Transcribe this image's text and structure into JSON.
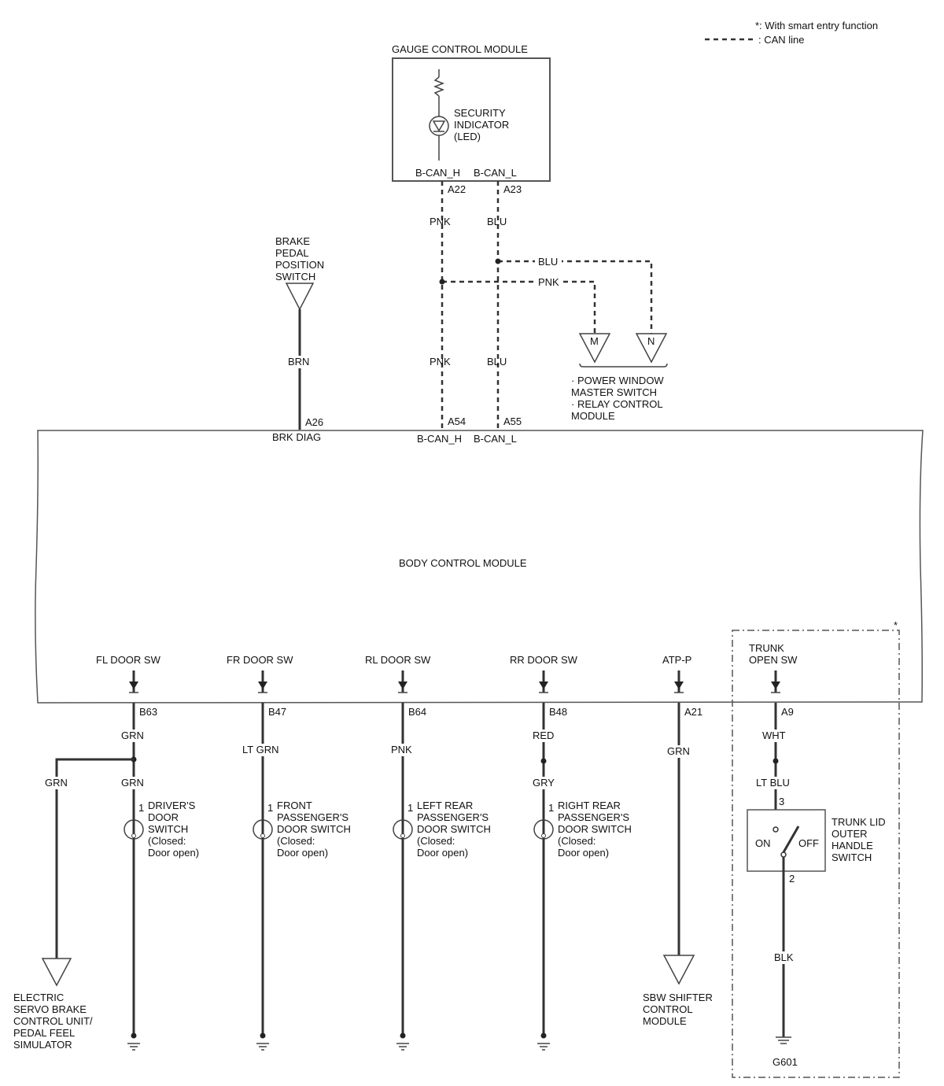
{
  "legend": {
    "smart_entry": "*: With smart entry function",
    "can_line": ": CAN line"
  },
  "gauge": {
    "title": "GAUGE CONTROL MODULE",
    "indicator": [
      "SECURITY",
      "INDICATOR",
      "(LED)"
    ],
    "can_h": "B-CAN_H",
    "can_l": "B-CAN_L",
    "pin_h": "A22",
    "pin_l": "A23"
  },
  "can": {
    "pnk": "PNK",
    "blu": "BLU",
    "pnk_branch": "PNK",
    "blu_branch": "BLU",
    "pnk_lower": "PNK",
    "blu_lower": "BLU"
  },
  "power_window": {
    "conn_m": "M",
    "conn_n": "N",
    "lines": [
      "· POWER WINDOW",
      "MASTER SWITCH",
      "· RELAY CONTROL",
      "MODULE"
    ]
  },
  "brake_switch": {
    "lines": [
      "BRAKE",
      "PEDAL",
      "POSITION",
      "SWITCH"
    ],
    "wire": "BRN",
    "pin": "A26",
    "terminal": "BRK DIAG"
  },
  "bcm": {
    "title": "BODY CONTROL MODULE",
    "pin_can_h": "A54",
    "pin_can_l": "A55",
    "term_can_h": "B-CAN_H",
    "term_can_l": "B-CAN_L"
  },
  "door_switches": [
    {
      "terminal": "FL DOOR SW",
      "pin": "B63",
      "wire_top": "GRN",
      "wire_bottom": "GRN",
      "sw_pin": "1",
      "name": [
        "DRIVER'S",
        "DOOR",
        "SWITCH",
        "(Closed:",
        "Door open)"
      ]
    },
    {
      "terminal": "FR DOOR SW",
      "pin": "B47",
      "wire_top": "LT GRN",
      "sw_pin": "1",
      "name": [
        "FRONT",
        "PASSENGER'S",
        "DOOR SWITCH",
        "(Closed:",
        "Door open)"
      ]
    },
    {
      "terminal": "RL DOOR SW",
      "pin": "B64",
      "wire_top": "PNK",
      "sw_pin": "1",
      "name": [
        "LEFT REAR",
        "PASSENGER'S",
        "DOOR SWITCH",
        "(Closed:",
        "Door open)"
      ]
    },
    {
      "terminal": "RR DOOR SW",
      "pin": "B48",
      "wire_top": "RED",
      "wire_bottom": "GRY",
      "sw_pin": "1",
      "name": [
        "RIGHT REAR",
        "PASSENGER'S",
        "DOOR SWITCH",
        "(Closed:",
        "Door open)"
      ]
    }
  ],
  "esb": {
    "wire": "GRN",
    "lines": [
      "ELECTRIC",
      "SERVO BRAKE",
      "CONTROL UNIT/",
      "PEDAL FEEL",
      "SIMULATOR"
    ]
  },
  "atp": {
    "terminal": "ATP-P",
    "pin": "A21",
    "wire": "GRN",
    "lines": [
      "SBW SHIFTER",
      "CONTROL",
      "MODULE"
    ]
  },
  "trunk": {
    "asterisk": "*",
    "terminal": [
      "TRUNK",
      "OPEN SW"
    ],
    "pin": "A9",
    "wire_top": "WHT",
    "wire_mid": "LT BLU",
    "sw_pin_top": "3",
    "sw_pin_bottom": "2",
    "on": "ON",
    "off": "OFF",
    "switch_name": [
      "TRUNK LID",
      "OUTER",
      "HANDLE",
      "SWITCH"
    ],
    "wire_bottom": "BLK",
    "ground": "G601"
  }
}
